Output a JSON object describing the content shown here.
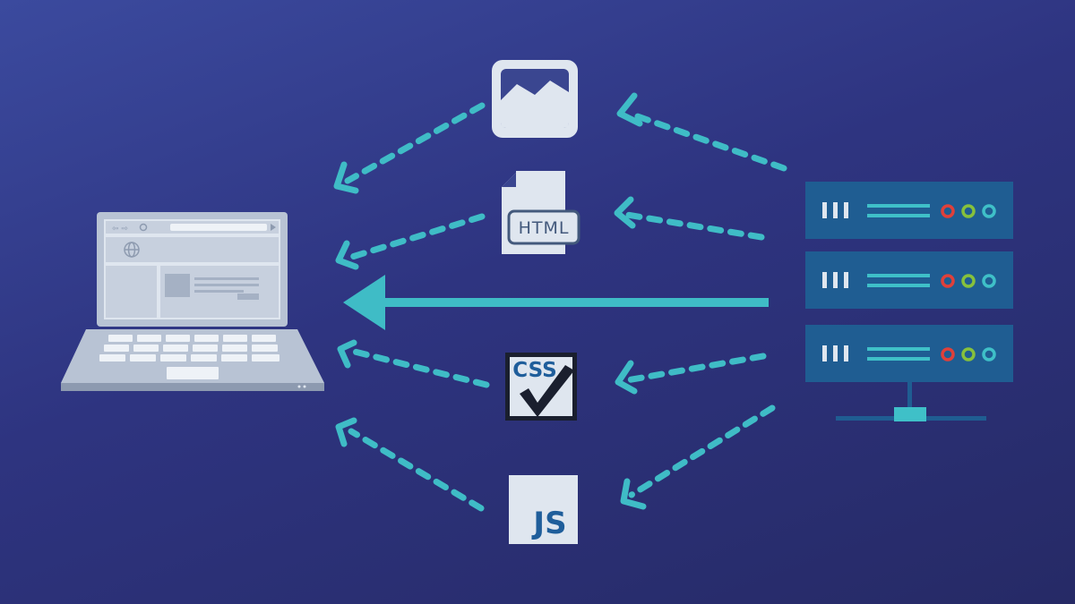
{
  "assets": {
    "image": {
      "icon": "image-icon"
    },
    "html": {
      "label": "HTML",
      "icon": "html-file-icon"
    },
    "css": {
      "label": "CSS",
      "icon": "css-check-icon"
    },
    "js": {
      "label": "JS",
      "icon": "js-file-icon"
    }
  },
  "client": {
    "icon": "laptop-icon"
  },
  "server": {
    "icon": "server-rack-icon",
    "units": 3
  },
  "colors": {
    "accent": "#3fbcc6",
    "panel": "#1f5d92",
    "light": "#dfe6ef",
    "red": "#e0403a",
    "green": "#86c13c",
    "teal": "#3fc0c8"
  }
}
